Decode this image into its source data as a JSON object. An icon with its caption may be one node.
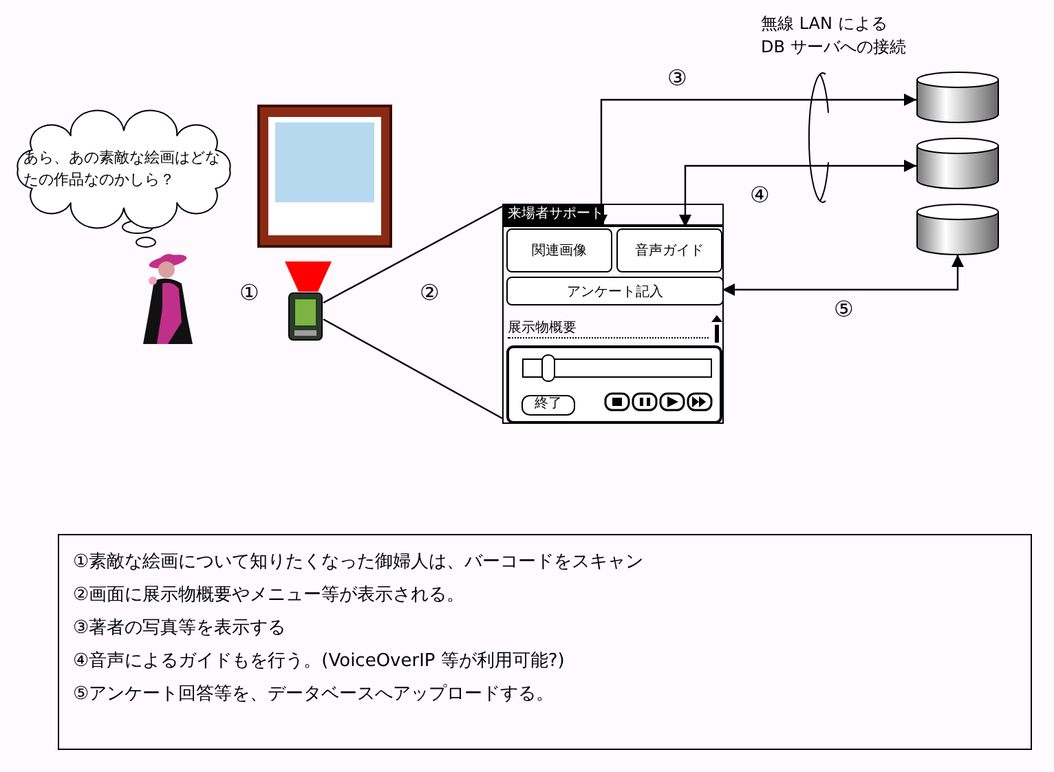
{
  "diagram": {
    "nodes": [
      {
        "text": [
          "あら、あの素敵な絵画はどなたの作品なのかしら？"
        ]
      },
      {
        "text": [],
        "shape": "picture"
      },
      {
        "text": [
          "来場者サポート"
        ]
      },
      {
        "text": [
          "関連画像"
        ],
        "in": 2
      },
      {
        "text": [
          "音声ガイド"
        ],
        "in": 2
      },
      {
        "text": [
          "アンケート記入"
        ],
        "in": 2
      },
      {
        "text": [],
        "shape": "cylinder"
      },
      {
        "text": [],
        "shape": "cylinder"
      },
      {
        "text": [],
        "shape": "cylinder"
      },
      {
        "text": [
          "①素敵な絵画について知りたくなった御婦人は、バーコードをスキャン",
          "②画面に展示物概要やメニュー等が表示される。",
          "③著者の写真等を表示する",
          "④音声によるガイドもを行う。(VoiceOverIP 等が利用可能?)",
          "⑤アンケート回答等を、データベースへアップロードする。"
        ]
      }
    ],
    "edges": [
      {
        "from": 3,
        "to": 6,
        "arrow": "both"
      },
      {
        "from": 4,
        "to": 7,
        "arrow": "both"
      },
      {
        "from": 5,
        "to": 8,
        "arrow": "both"
      },
      {
        "from": 1,
        "to": 2,
        "arrow": "none"
      },
      {
        "from": 1,
        "to": 2,
        "arrow": "none"
      }
    ],
    "labels": [
      "①",
      "②",
      "③",
      "④",
      "⑤",
      "無線 LAN による DB サーバへの接続",
      "展示物概要",
      "終了"
    ]
  }
}
